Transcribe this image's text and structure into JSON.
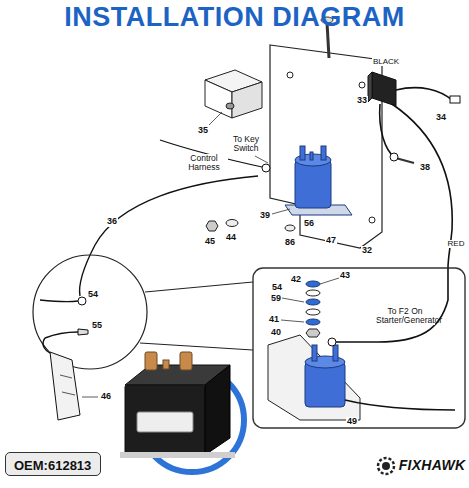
{
  "diagram": {
    "title": "INSTALLATION DIAGRAM",
    "nodes": [
      {
        "text": [
          "OEM:612813"
        ]
      }
    ],
    "labels": [
      "35",
      "BLACK",
      "33",
      "34",
      "To Key Switch",
      "Control Harness",
      "38",
      "36",
      "39",
      "45",
      "44",
      "56",
      "86",
      "47",
      "32",
      "RED",
      "54",
      "55",
      "46",
      "42",
      "43",
      "54",
      "59",
      "41",
      "40",
      "To F2 On Starter/Generator",
      "49",
      "FIXHAWK"
    ]
  }
}
